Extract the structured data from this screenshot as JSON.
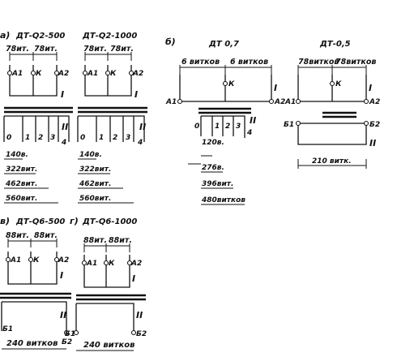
{
  "panel_a": {
    "label": "а)",
    "t1": {
      "title": "ДТ-Q2-500",
      "turns_left": "78ит.",
      "turns_right": "78ит.",
      "tap_a1": "A1",
      "tap_k": "К",
      "tap_a2": "A2",
      "primary_mark": "I",
      "secondary_mark": "II",
      "taps": [
        "0",
        "1",
        "2",
        "3",
        "4"
      ],
      "dims": [
        "140в.",
        "322вит.",
        "462вит.",
        "560вит."
      ]
    },
    "t2": {
      "title": "ДТ-Q2-1000",
      "turns_left": "78ит.",
      "turns_right": "78ит.",
      "tap_a1": "A1",
      "tap_k": "К",
      "tap_a2": "A2",
      "primary_mark": "I",
      "secondary_mark": "II",
      "taps": [
        "0",
        "1",
        "2",
        "3",
        "4"
      ],
      "dims": [
        "140в.",
        "322вит.",
        "462вит.",
        "560вит."
      ]
    }
  },
  "panel_b": {
    "label": "б)",
    "t1": {
      "title": "ДТ 0,7",
      "turns_left": "6 витков",
      "turns_right": "6 витков",
      "tap_a1": "A1",
      "tap_k": "К",
      "tap_a2": "A2",
      "primary_mark": "I",
      "secondary_mark": "II",
      "taps": [
        "0",
        "1",
        "2",
        "3",
        "4"
      ],
      "dims": [
        "120в.",
        "276в.",
        "396вит.",
        "480витков"
      ]
    },
    "t2": {
      "title": "ДТ-0,5",
      "turns_left": "78витков",
      "turns_right": "78витков",
      "tap_a1": "A1",
      "tap_k": "К",
      "tap_a2": "A2",
      "primary_mark": "I",
      "secondary_mark": "II",
      "tap_b1": "Б1",
      "tap_b2": "Б2",
      "dim": "210 витк."
    }
  },
  "panel_v": {
    "label": "в)",
    "title": "ДТ-Q6-500",
    "turns_left": "88ит.",
    "turns_right": "88ит.",
    "tap_a1": "A1",
    "tap_k": "К",
    "tap_a2": "A2",
    "primary_mark": "I",
    "secondary_mark": "II",
    "tap_b1": "Б1",
    "tap_b2": "Б2",
    "dim": "240 витков"
  },
  "panel_g": {
    "label": "г)",
    "title": "ДТ-Q6-1000",
    "turns_left": "88ит.",
    "turns_right": "88ит.",
    "tap_a1": "A1",
    "tap_k": "К",
    "tap_a2": "A2",
    "primary_mark": "I",
    "secondary_mark": "II",
    "tap_b1": "Б1",
    "tap_b2": "Б2",
    "dim": "240 витков"
  }
}
